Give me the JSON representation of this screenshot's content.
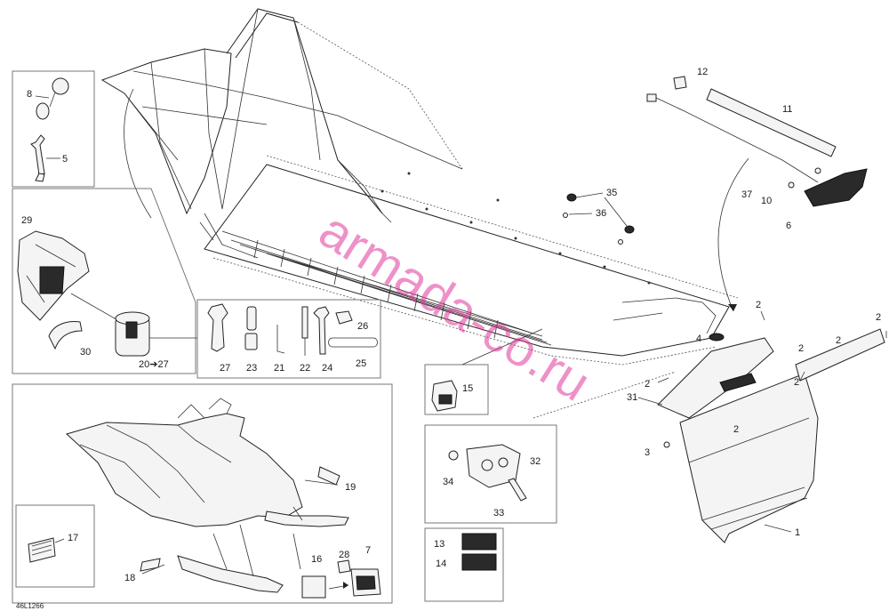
{
  "diagram": {
    "ref_code": "46L1266",
    "watermark": "armada-co.ru",
    "callouts": {
      "c1": "1",
      "c2a": "2",
      "c2b": "2",
      "c2c": "2",
      "c2d": "2",
      "c2e": "2",
      "c2f": "2",
      "c2g": "2",
      "c3": "3",
      "c4": "4",
      "c5": "5",
      "c6": "6",
      "c7": "7",
      "c8": "8",
      "c10": "10",
      "c11": "11",
      "c12": "12",
      "c13": "13",
      "c14": "14",
      "c15": "15",
      "c16": "16",
      "c17": "17",
      "c18": "18",
      "c19": "19",
      "c20_27": "20➔27",
      "c21": "21",
      "c22": "22",
      "c23": "23",
      "c24": "24",
      "c25": "25",
      "c26": "26",
      "c27": "27",
      "c28": "28",
      "c29": "29",
      "c30": "30",
      "c31": "31",
      "c32": "32",
      "c33": "33",
      "c34": "34",
      "c35": "35",
      "c36": "36",
      "c37": "37"
    }
  }
}
